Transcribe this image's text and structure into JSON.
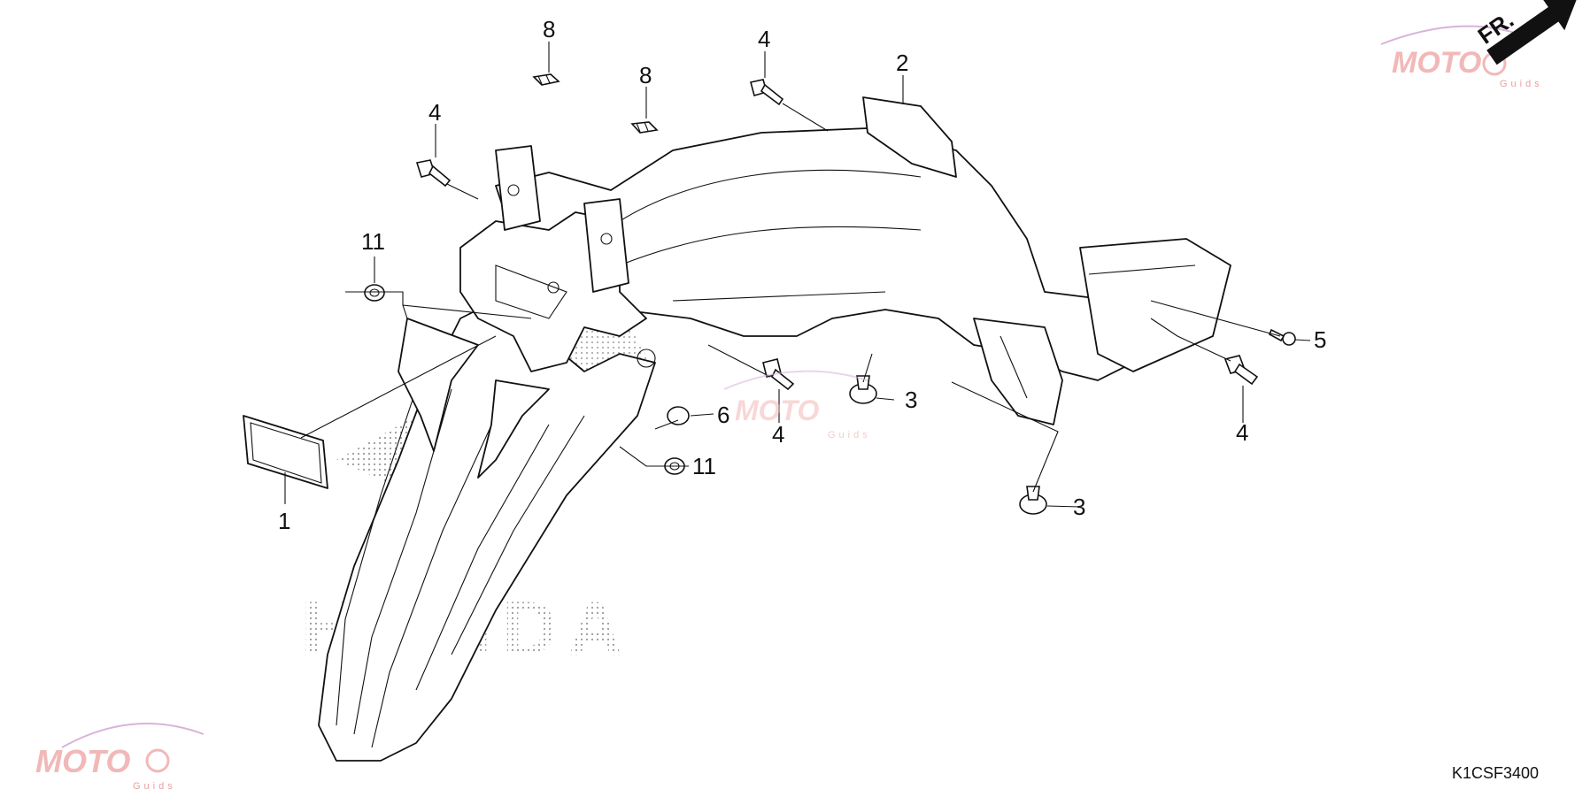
{
  "diagram": {
    "code": "K1CSF3400",
    "direction_label": "FR.",
    "watermark": {
      "brand": "MOTO",
      "tagline": "Guids"
    },
    "background_mark": "HONDA",
    "callouts": [
      {
        "id": "c8a",
        "label": "8"
      },
      {
        "id": "c8b",
        "label": "8"
      },
      {
        "id": "c4top",
        "label": "4"
      },
      {
        "id": "c2",
        "label": "2"
      },
      {
        "id": "c4left",
        "label": "4"
      },
      {
        "id": "c11top",
        "label": "11"
      },
      {
        "id": "c5",
        "label": "5"
      },
      {
        "id": "c3mid",
        "label": "3"
      },
      {
        "id": "c6",
        "label": "6"
      },
      {
        "id": "c4mid",
        "label": "4"
      },
      {
        "id": "c4right",
        "label": "4"
      },
      {
        "id": "c11bot",
        "label": "11"
      },
      {
        "id": "c1",
        "label": "1"
      },
      {
        "id": "c3bot",
        "label": "3"
      }
    ]
  }
}
